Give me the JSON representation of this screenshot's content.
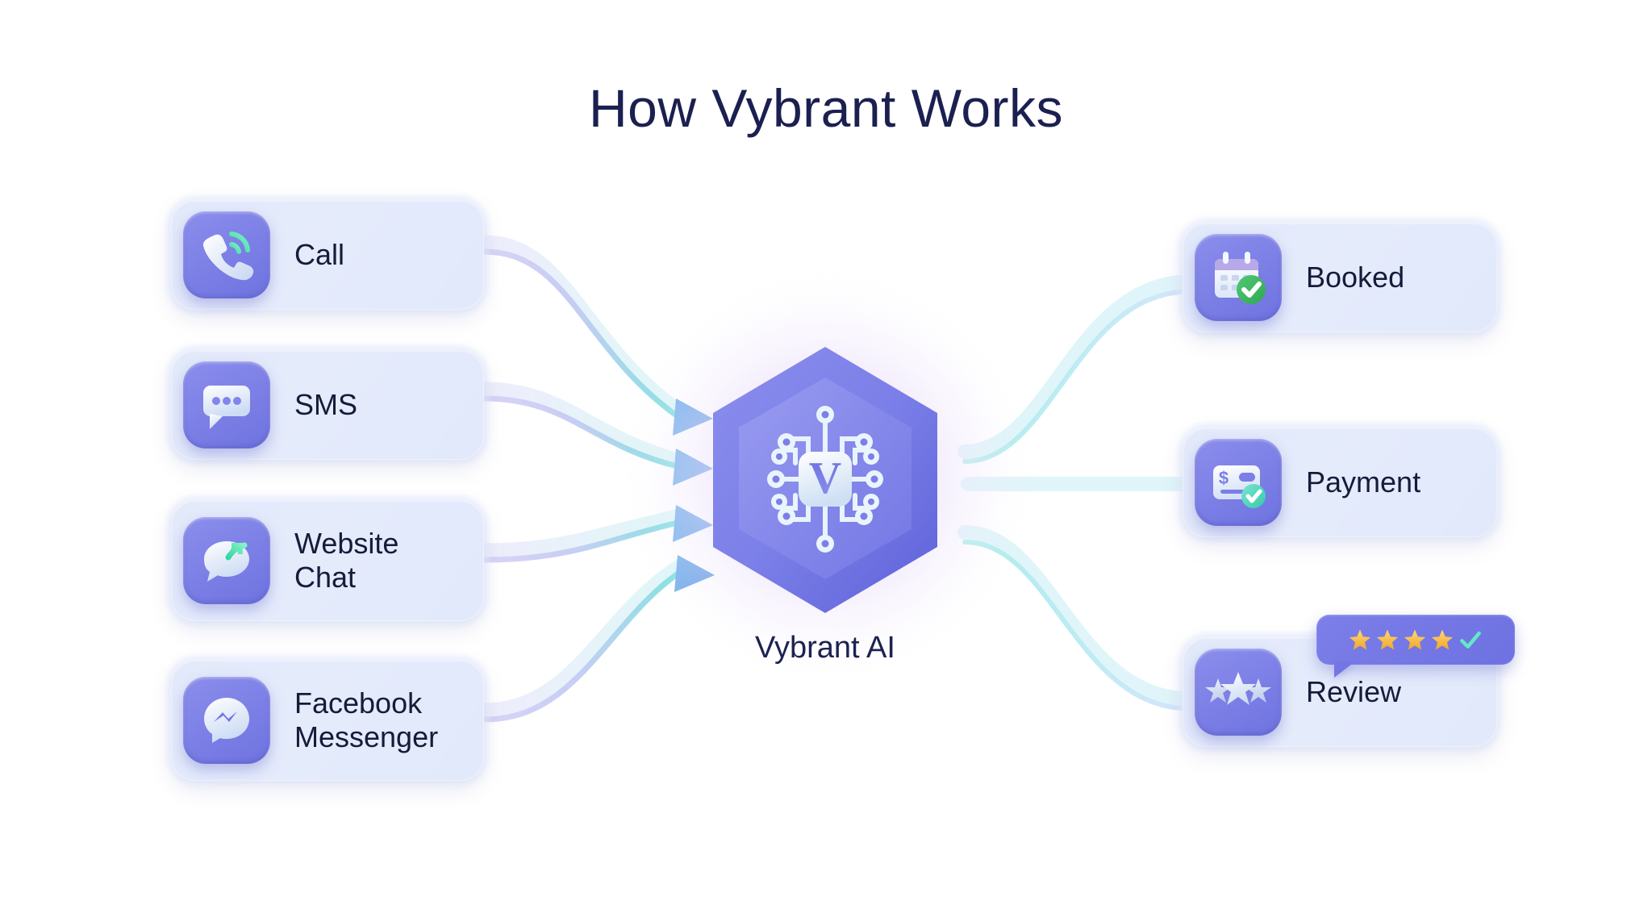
{
  "page": {
    "title": "How Vybrant Works",
    "background_color": "#ffffff",
    "title_color": "#1b2050"
  },
  "theme": {
    "accent_purple": "#7d80e7",
    "tile_purple_dark": "#6f73e0",
    "card_bg": "#e4ebf9",
    "icon_light": "#dde4f7",
    "green": "#3cb860",
    "teal": "#4fd6c0",
    "gold": "#f7b733",
    "text_dark": "#161b3a"
  },
  "center": {
    "label": "Vybrant AI",
    "badge_letter": "V",
    "icon_name": "ai-chip-network-icon",
    "shape": "hexagon"
  },
  "inputs": {
    "heading": "",
    "items": [
      {
        "label": "Call",
        "icon": "phone-call-icon",
        "lines": 1
      },
      {
        "label": "SMS",
        "icon": "sms-chat-bubble-icon",
        "lines": 1
      },
      {
        "label": "Website\nChat",
        "icon": "website-chat-bubble-icon",
        "lines": 2
      },
      {
        "label": "Facebook\nMessenger",
        "icon": "facebook-messenger-icon",
        "lines": 2
      }
    ]
  },
  "outputs": {
    "heading": "",
    "items": [
      {
        "label": "Booked",
        "icon": "calendar-check-icon",
        "badge": "green-check-badge"
      },
      {
        "label": "Payment",
        "icon": "credit-card-icon",
        "badge": "teal-check-badge"
      },
      {
        "label": "Review",
        "icon": "three-stars-icon",
        "badge": "star-rating-popup"
      }
    ]
  },
  "review_popup": {
    "stars_filled": 4,
    "star_glyph": "star",
    "check_glyph": "check",
    "icon_name": "star-rating-popup"
  },
  "connectors": {
    "inbound_count": 4,
    "outbound_count": 3,
    "inbound_style": "curved-arrow",
    "outbound_style": "curved-line",
    "inbound_color": "#c9c6f2",
    "outbound_color": "#9fe7e6"
  }
}
